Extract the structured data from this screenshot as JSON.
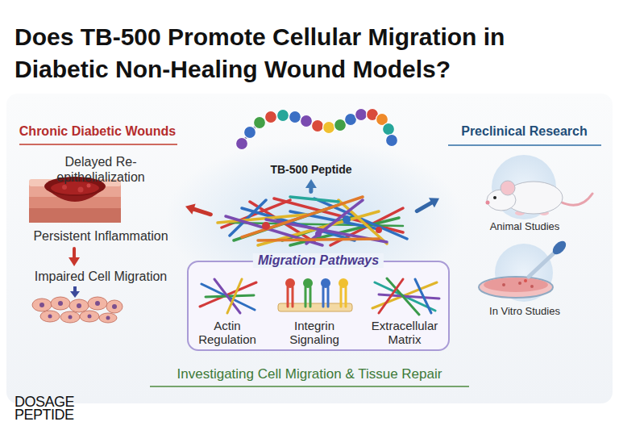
{
  "diagram": {
    "title": "Does TB-500 Promote Cellular Migration in Diabetic Non-Healing Wound Models?",
    "nodes": [
      {
        "text": [
          "Chronic Diabetic Wounds"
        ]
      },
      {
        "text": [
          "Delayed Re-epithelialization"
        ],
        "in": 0
      },
      {
        "text": [
          "Persistent Inflammation"
        ],
        "in": 0
      },
      {
        "text": [
          "Impaired Cell Migration"
        ],
        "in": 0
      },
      {
        "text": [
          "TB-500 Peptide"
        ]
      },
      {
        "text": [
          "Migration Pathways"
        ]
      },
      {
        "text": [
          "Actin Regulation"
        ],
        "in": 5
      },
      {
        "text": [
          "Integrin Signaling"
        ],
        "in": 5
      },
      {
        "text": [
          "Extracellular Matrix"
        ],
        "in": 5
      },
      {
        "text": [
          "Preclinical Research"
        ]
      },
      {
        "text": [
          "Animal Studies"
        ],
        "in": 9
      },
      {
        "text": [
          "In Vitro Studies"
        ],
        "in": 9
      }
    ],
    "edges": [
      {
        "from": 5,
        "to": 0,
        "arrow": "to"
      },
      {
        "from": 5,
        "to": 4,
        "arrow": "to"
      },
      {
        "from": 5,
        "to": 9,
        "arrow": "to"
      },
      {
        "from": 2,
        "to": 3,
        "arrow": "to"
      }
    ],
    "labels": [
      "Investigating Cell Migration & Tissue Repair",
      "DOSAGE PEPTIDE"
    ]
  }
}
